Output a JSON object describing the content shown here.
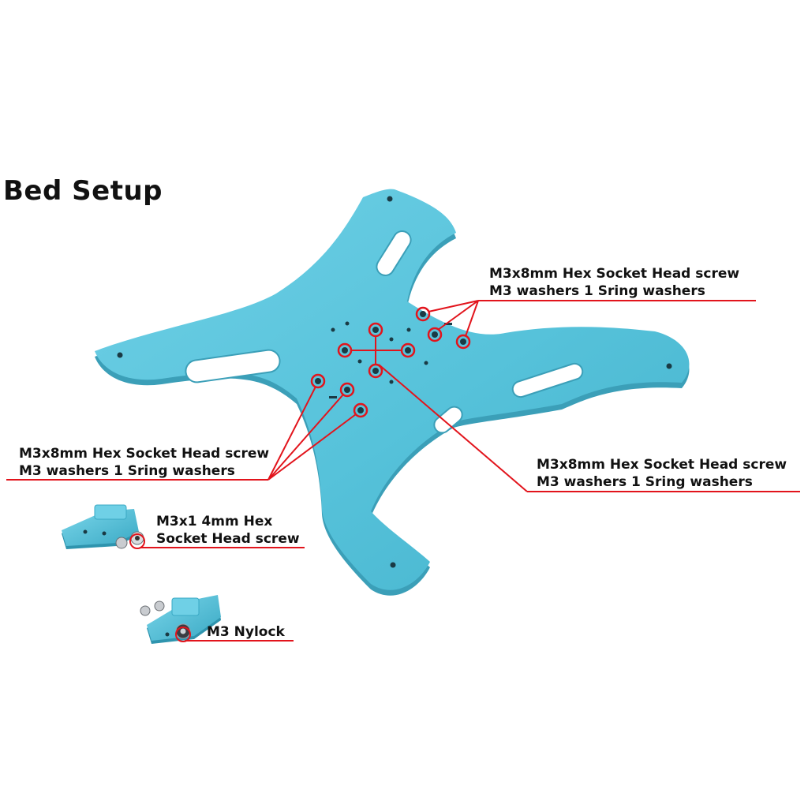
{
  "title": "Bed Setup",
  "colors": {
    "plate": "#56c2da",
    "plate_edge": "#3b9fb8",
    "callout_line": "#e2141c",
    "text": "#111111"
  },
  "callouts": [
    {
      "id": "top-right",
      "line1": "M3x8mm Hex Socket Head screw",
      "line2": "M3 washers 1 Sring washers"
    },
    {
      "id": "left",
      "line1": "M3x8mm Hex Socket Head screw",
      "line2": "M3 washers 1 Sring washers"
    },
    {
      "id": "bottom-right",
      "line1": "M3x8mm Hex Socket Head screw",
      "line2": "M3 washers 1 Sring washers"
    },
    {
      "id": "bracket-screw",
      "line1": "M3x1 4mm Hex",
      "line2": "Socket Head screw"
    },
    {
      "id": "nylock",
      "line1": "M3 Nylock"
    }
  ]
}
